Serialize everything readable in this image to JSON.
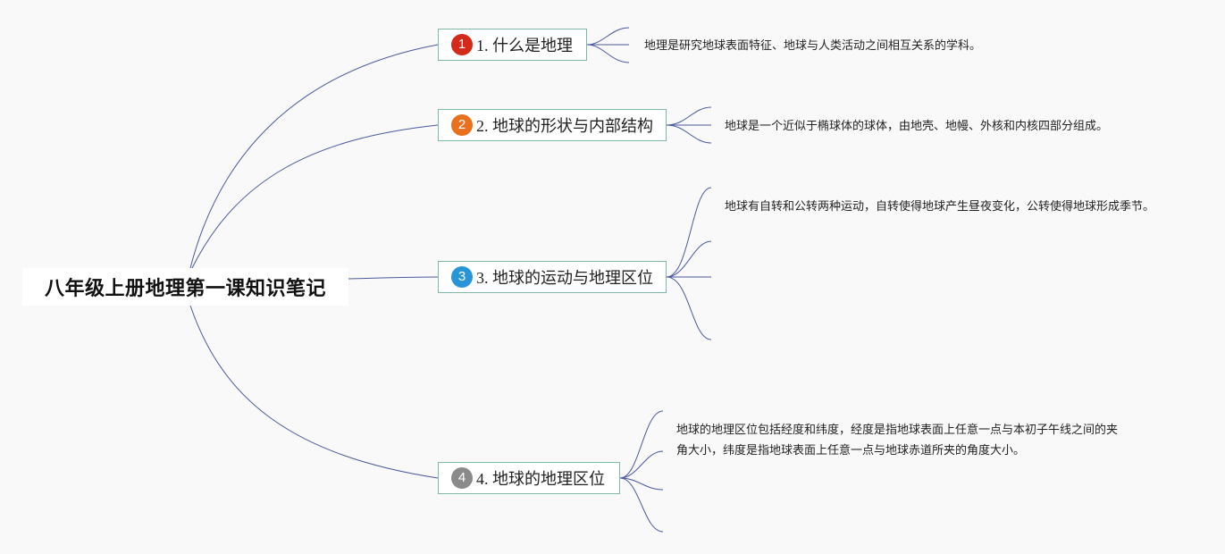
{
  "root": {
    "title": "八年级上册地理第一课知识笔记"
  },
  "topics": [
    {
      "label": "1. 什么是地理",
      "marker": "1",
      "marker_color": "#d42a1a",
      "note": "地理是研究地球表面特征、地球与人类活动之间相互关系的学科。"
    },
    {
      "label": "2. 地球的形状与内部结构",
      "marker": "2",
      "marker_color": "#e8701f",
      "note": "地球是一个近似于椭球体的球体，由地壳、地幔、外核和内核四部分组成。"
    },
    {
      "label": "3. 地球的运动与地理区位",
      "marker": "3",
      "marker_color": "#2795d8",
      "note": "地球有自转和公转两种运动，自转使得地球产生昼夜变化，公转使得地球形成季节。"
    },
    {
      "label": "4. 地球的地理区位",
      "marker": "4",
      "marker_color": "#8a8a8a",
      "note": "地球的地理区位包括经度和纬度，经度是指地球表面上任意一点与本初子午线之间的夹角大小，纬度是指地球表面上任意一点与地球赤道所夹的角度大小。"
    }
  ],
  "colors": {
    "connector": "#4a5a9c",
    "topic_border": "#7fb8a4",
    "background": "#f9f9f9"
  }
}
